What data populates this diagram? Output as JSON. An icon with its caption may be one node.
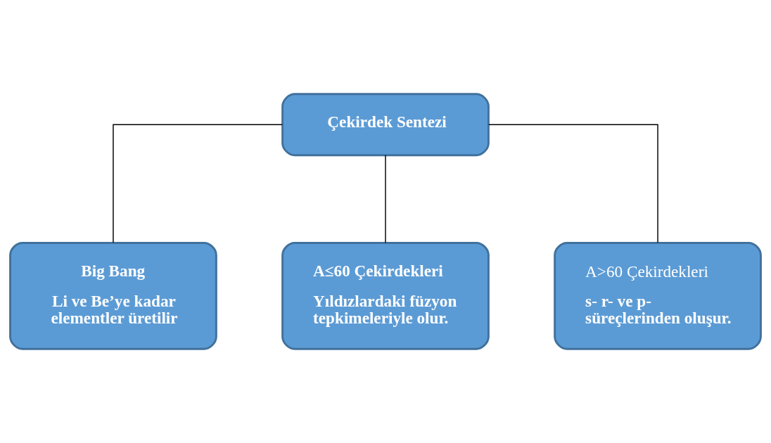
{
  "diagram": {
    "nodes": [
      {
        "text": [
          "Çekirdek Sentezi"
        ]
      },
      {
        "text": [
          "Big Bang",
          "Li ve Be’ye kadar elementler üretilir"
        ]
      },
      {
        "text": [
          "A≤60 Çekirdekleri",
          "Yıldızlardaki füzyon tepkimeleriyle olur."
        ]
      },
      {
        "text": [
          "A>60 Çekirdekleri",
          "s- r- ve p- süreçlerinden oluşur."
        ]
      }
    ],
    "edges": [
      {
        "from": 0,
        "to": 1,
        "arrow": "none"
      },
      {
        "from": 0,
        "to": 2,
        "arrow": "none"
      },
      {
        "from": 0,
        "to": 3,
        "arrow": "none"
      }
    ]
  }
}
